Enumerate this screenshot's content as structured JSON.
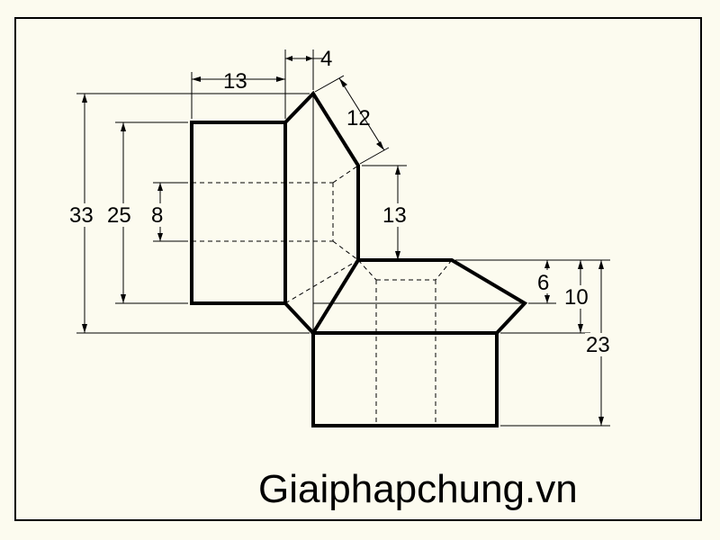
{
  "drawing": {
    "background": "#fcfbef",
    "line_color": "#000000",
    "dimensions": {
      "top_width": "13",
      "top_offset": "4",
      "slant": "12",
      "overall_height": "33",
      "left_height": "25",
      "inner_height": "8",
      "middle_height": "13",
      "right_small": "6",
      "right_medium": "10",
      "right_total": "23"
    },
    "watermark": "Giaiphapchung.vn"
  }
}
